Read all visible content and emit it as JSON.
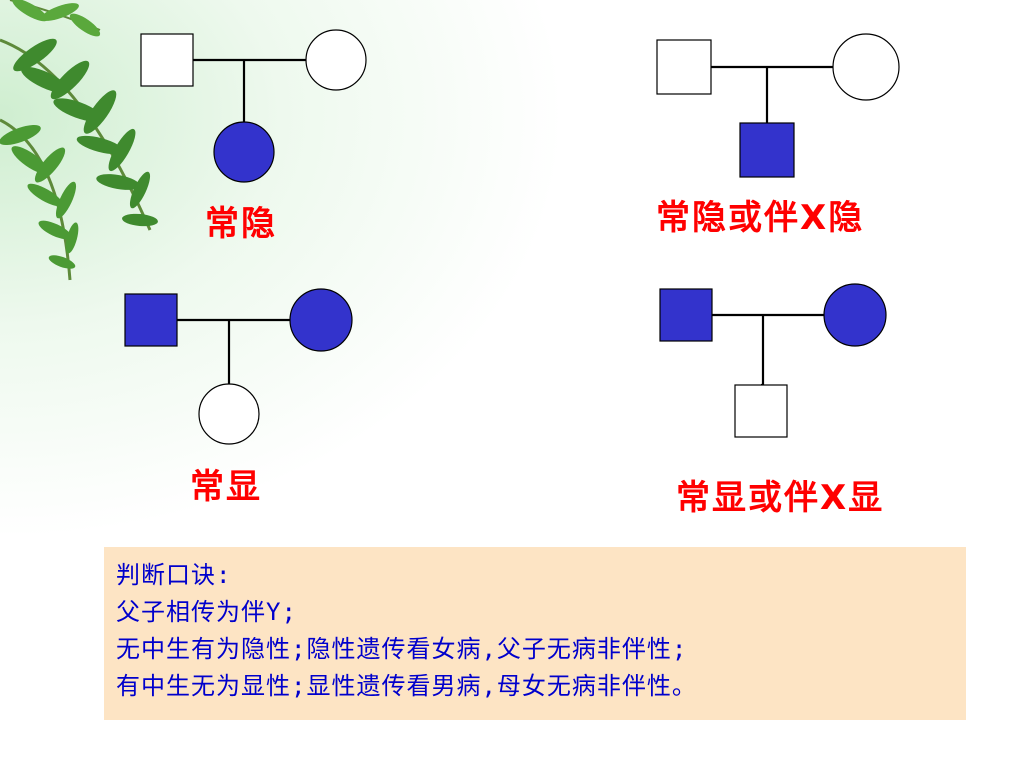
{
  "theme": {
    "affected_fill": "#3333cc",
    "unaffected_fill": "#ffffff",
    "line_color": "#000000",
    "label_color": "#ff0000",
    "rule_text_color": "#0000cc",
    "rule_box_fill": "#fde4c4"
  },
  "pedigrees": [
    {
      "label": "常隐",
      "father": {
        "sex": "male",
        "affected": false
      },
      "mother": {
        "sex": "female",
        "affected": false
      },
      "child": {
        "sex": "female",
        "affected": true
      }
    },
    {
      "label": "常隐或伴X隐",
      "father": {
        "sex": "male",
        "affected": false
      },
      "mother": {
        "sex": "female",
        "affected": false
      },
      "child": {
        "sex": "male",
        "affected": true
      }
    },
    {
      "label": "常显",
      "father": {
        "sex": "male",
        "affected": true
      },
      "mother": {
        "sex": "female",
        "affected": true
      },
      "child": {
        "sex": "female",
        "affected": false
      }
    },
    {
      "label": "常显或伴X显",
      "father": {
        "sex": "male",
        "affected": true
      },
      "mother": {
        "sex": "female",
        "affected": true
      },
      "child": {
        "sex": "male",
        "affected": false
      }
    }
  ],
  "rules": {
    "title": "判断口诀:",
    "lines": [
      "父子相传为伴Y;",
      "无中生有为隐性;隐性遗传看女病,父子无病非伴性;",
      "有中生无为显性;显性遗传看男病,母女无病非伴性。"
    ]
  }
}
